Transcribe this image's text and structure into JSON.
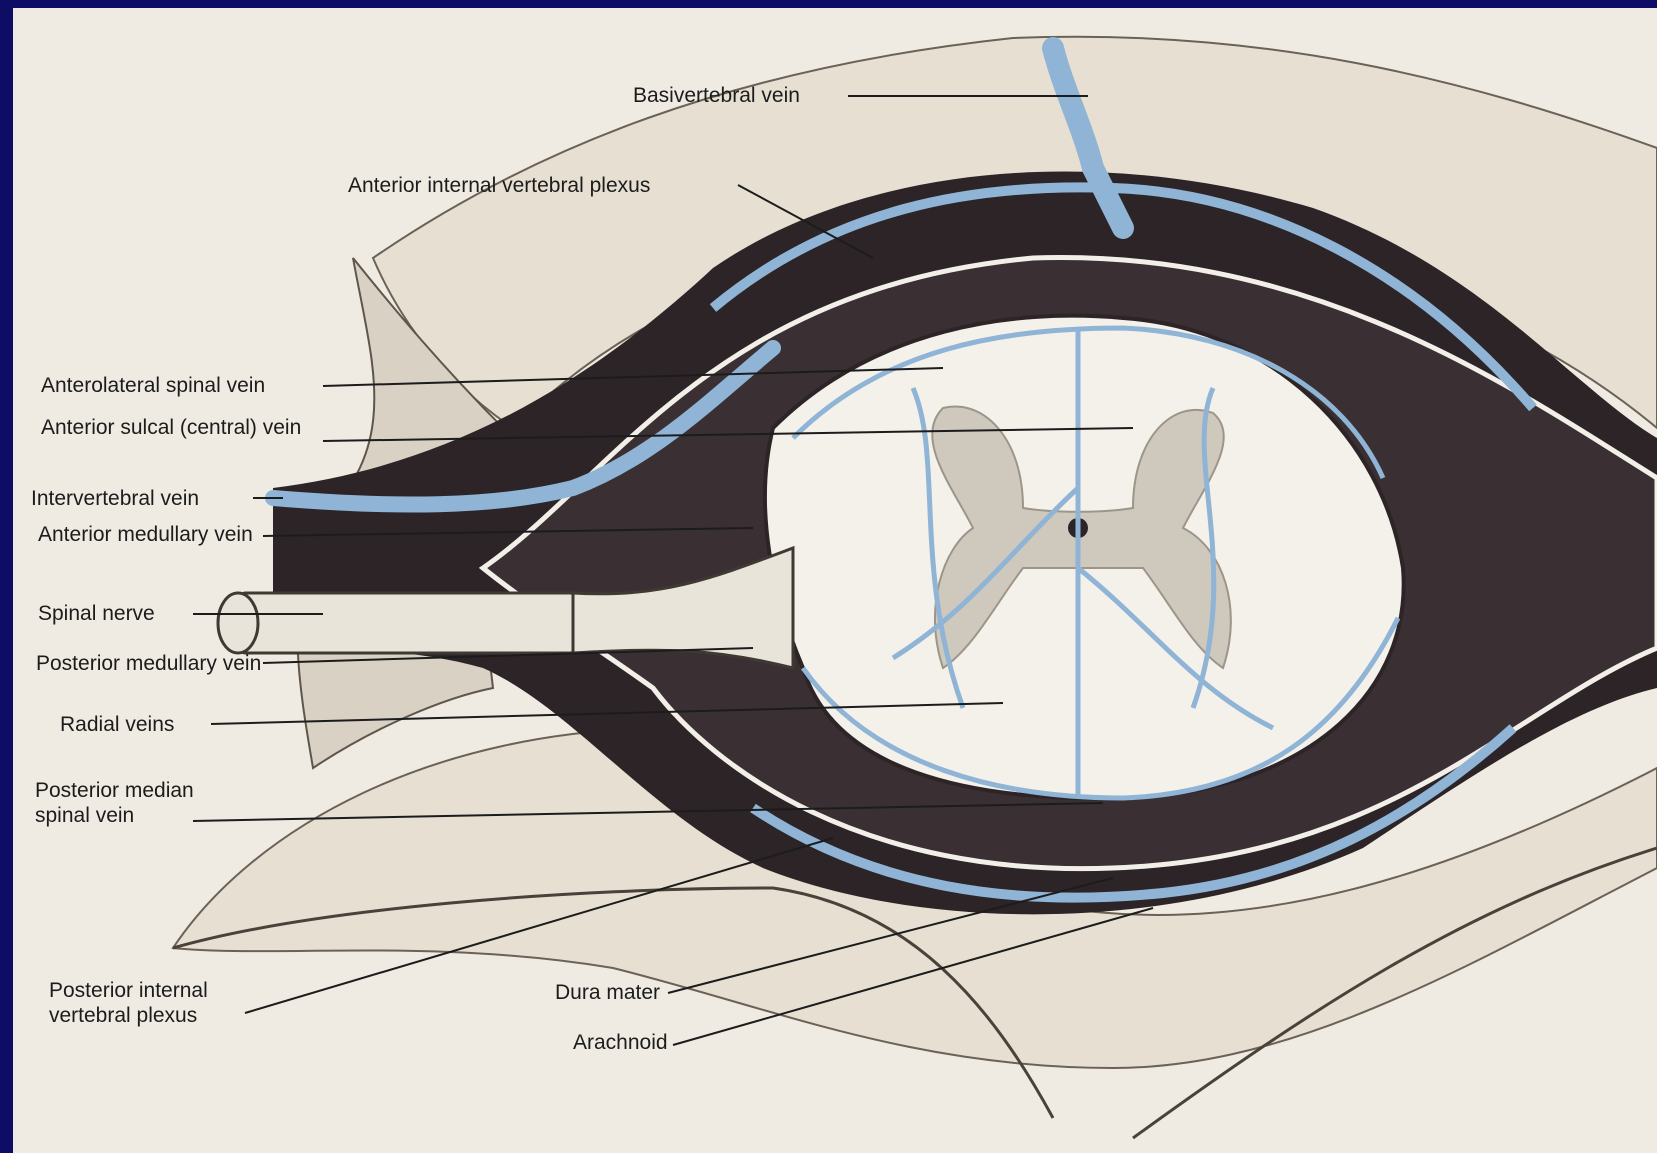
{
  "figure": {
    "labels": {
      "basivertebral_vein": "Basivertebral vein",
      "anterior_internal_vertebral_plexus": "Anterior internal vertebral plexus",
      "anterolateral_spinal_vein": "Anterolateral spinal vein",
      "anterior_sulcal_central_vein": "Anterior sulcal (central) vein",
      "intervertebral_vein": "Intervertebral vein",
      "anterior_medullary_vein": "Anterior medullary vein",
      "spinal_nerve": "Spinal nerve",
      "posterior_medullary_vein": "Posterior medullary vein",
      "radial_veins": "Radial veins",
      "posterior_median_spinal_vein": "Posterior median spinal vein",
      "posterior_internal_vertebral_plexus": "Posterior internal vertebral plexus",
      "dura_mater": "Dura mater",
      "arachnoid": "Arachnoid"
    },
    "colors": {
      "background": "#0d0d66",
      "paper": "#efebe2",
      "epidural": "#2c2426",
      "vein": "#8fb4d6",
      "bone_specks": "#5a5048",
      "grey_matter": "#b8b0a4"
    }
  }
}
